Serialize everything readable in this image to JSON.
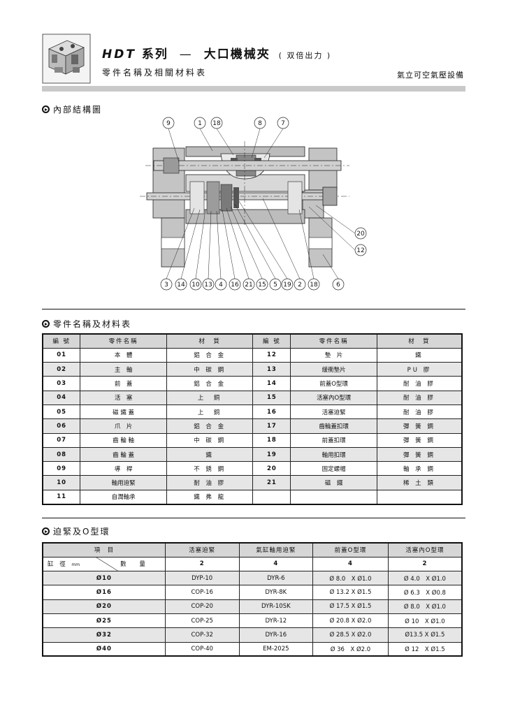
{
  "header": {
    "model": "HDT",
    "series": "系列",
    "dash": "—",
    "product": "大口機械夾",
    "product_note": "( 双倍出力 )",
    "subtitle": "零件名稱及相關材料表",
    "company": "氣立可空氣壓設備"
  },
  "sections": {
    "structure": "內部結構圖",
    "parts": "零件名稱及材料表",
    "seals": "迫緊及O型環"
  },
  "diagram": {
    "top_labels": [
      "9",
      "1",
      "18",
      "8",
      "7"
    ],
    "right_labels": [
      "20",
      "12"
    ],
    "bottom_labels": [
      "3",
      "14",
      "10",
      "13",
      "4",
      "16",
      "21",
      "15",
      "5",
      "19",
      "2",
      "18",
      "6"
    ]
  },
  "parts_table": {
    "headers": [
      "編 號",
      "零件名稱",
      "材　質",
      "編 號",
      "零件名稱",
      "材　質"
    ],
    "rows": [
      [
        "01",
        "本　體",
        "鋁 合 金",
        "12",
        "墊　片",
        "鐵"
      ],
      [
        "02",
        "主　軸",
        "中 碳 鋼",
        "13",
        "緩衝墊片",
        "PU 膠"
      ],
      [
        "03",
        "前　蓋",
        "鋁 合 金",
        "14",
        "前蓋O型環",
        "耐 油 膠"
      ],
      [
        "04",
        "活　塞",
        "上　銅",
        "15",
        "活塞內O型環",
        "耐 油 膠"
      ],
      [
        "05",
        "磁 鐵 蓋",
        "上　銅",
        "16",
        "活塞迫緊",
        "耐 油 膠"
      ],
      [
        "06",
        "爪　片",
        "鋁 合 金",
        "17",
        "齒輪蓋扣環",
        "彈 簧 鋼"
      ],
      [
        "07",
        "齒 輪 軸",
        "中 碳 鋼",
        "18",
        "前蓋扣環",
        "彈 簧 鋼"
      ],
      [
        "08",
        "齒 輪 蓋",
        "鐵",
        "19",
        "軸用扣環",
        "彈 簧 鋼"
      ],
      [
        "09",
        "導　桿",
        "不 銹 鋼",
        "20",
        "固定螺帽",
        "軸 承 鋼"
      ],
      [
        "10",
        "軸用迫緊",
        "耐 油 膠",
        "21",
        "磁　鐵",
        "稀 土 類"
      ],
      [
        "11",
        "自潤軸承",
        "鐵 弗 龍",
        "",
        "",
        ""
      ]
    ]
  },
  "seals_table": {
    "headers": [
      "項　目",
      "活塞迫緊",
      "氣缸軸用迫緊",
      "前蓋O型環",
      "活塞內O型環"
    ],
    "bore_label": "缸 徑",
    "bore_unit": "mm",
    "qty_label": "數 量",
    "quantities": [
      "2",
      "4",
      "4",
      "2"
    ],
    "rows": [
      [
        "Ø10",
        "DYP-10",
        "DYR-6",
        "Ø 8.0　X Ø1.0",
        "Ø 4.0　X Ø1.0"
      ],
      [
        "Ø16",
        "COP-16",
        "DYR-8K",
        "Ø 13.2 X Ø1.5",
        "Ø 6.3　X Ø0.8"
      ],
      [
        "Ø20",
        "COP-20",
        "DYR-10SK",
        "Ø 17.5 X Ø1.5",
        "Ø 8.0　X Ø1.0"
      ],
      [
        "Ø25",
        "COP-25",
        "DYR-12",
        "Ø 20.8 X Ø2.0",
        "Ø 10　X Ø1.0"
      ],
      [
        "Ø32",
        "COP-32",
        "DYR-16",
        "Ø 28.5 X Ø2.0",
        "Ø13.5 X Ø1.5"
      ],
      [
        "Ø40",
        "COP-40",
        "EM-2025",
        "Ø 36　X Ø2.0",
        "Ø 12　X Ø1.5"
      ]
    ]
  }
}
